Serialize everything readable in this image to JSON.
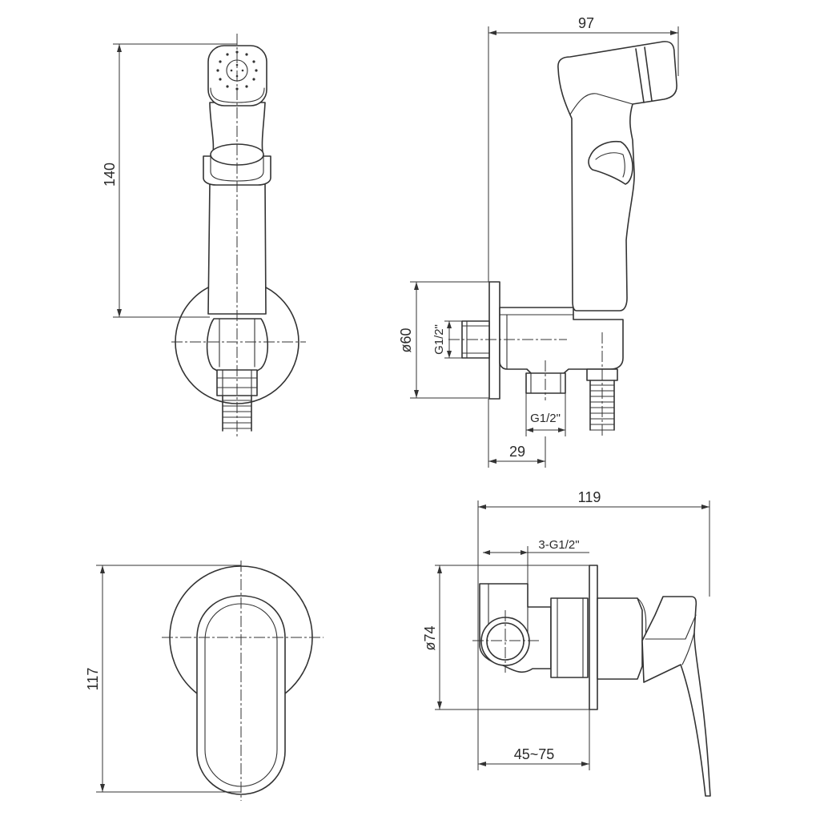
{
  "dimensions": {
    "handshower_height": "140",
    "handshower_width": "97",
    "bracket_diameter": "ø60",
    "bracket_thread": "G1/2\"",
    "bracket_outlet_thread": "G1/2\"",
    "bracket_depth": "29",
    "mixer_width": "119",
    "mixer_threads": "3-G1/2\"",
    "mixer_height": "117",
    "mixer_diameter": "ø74",
    "mixer_wall_depth": "45~75"
  }
}
